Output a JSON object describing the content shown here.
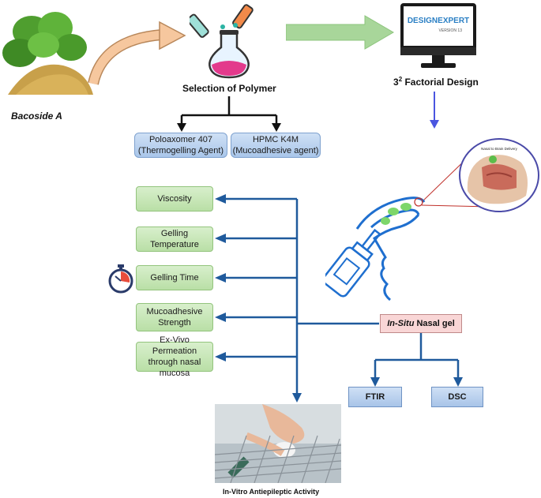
{
  "source": {
    "label": "Bacoside A"
  },
  "polymer": {
    "title": "Selection of Polymer",
    "items": [
      {
        "line1": "Poloaxomer 407",
        "line2": "(Thermogelling Agent)"
      },
      {
        "line1": "HPMC K4M",
        "line2": "(Mucoadhesive agent)"
      }
    ]
  },
  "software": {
    "brand_top": "DESIGNEXPERT",
    "brand_bottom": "VERSION 13"
  },
  "factorial": {
    "base": "3",
    "exponent": "2",
    "rest": " Factorial Design"
  },
  "nasal_inset": {
    "caption": "Nasal to Brain Delivery"
  },
  "evaluations": [
    {
      "line1": "Viscosity",
      "line2": ""
    },
    {
      "line1": "Gelling Temperature",
      "line2": ""
    },
    {
      "line1": "Gelling Time",
      "line2": ""
    },
    {
      "line1": "Mucoadhesive",
      "line2": "Strength"
    },
    {
      "line1": "Ex-Vivo Permeation",
      "line2": "through nasal mucosa"
    }
  ],
  "gel": {
    "italic": "In-Situ",
    "rest": " Nasal gel"
  },
  "analysis": {
    "ftir": "FTIR",
    "dsc": "DSC"
  },
  "invitro": {
    "label": "In-Vitro Antiepileptic Activity"
  },
  "colors": {
    "connector": "#1f5a9c",
    "green_arrow": "#a8d69a",
    "blue_arrow": "#4a55e0",
    "gel_box": "#f9d6d6"
  }
}
